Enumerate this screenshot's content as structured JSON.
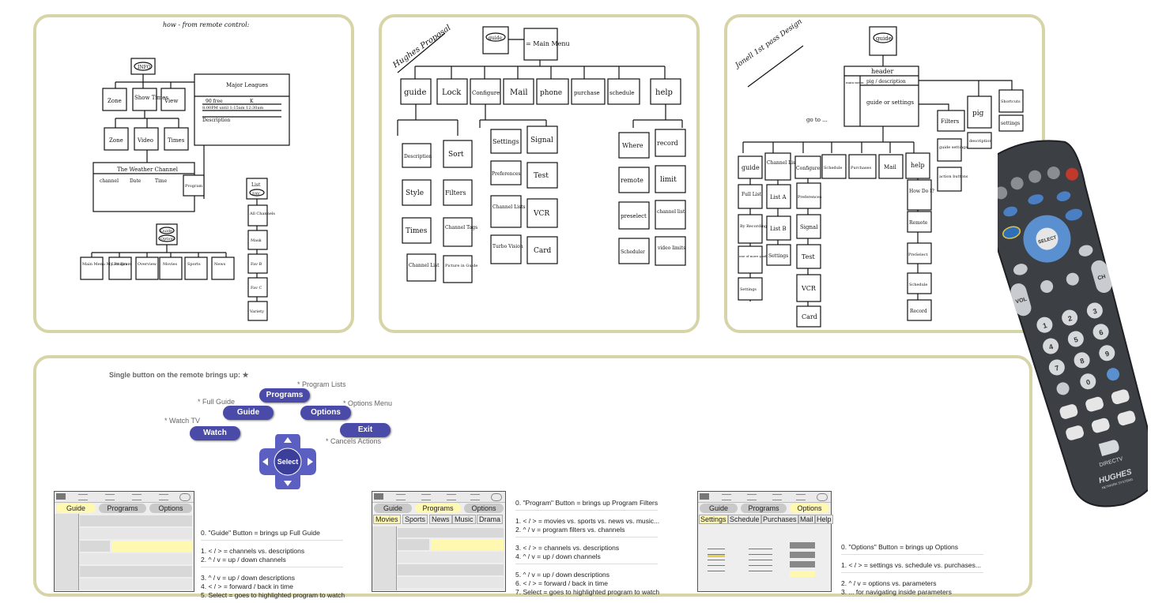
{
  "sketch1": {
    "heading": "how - from remote control:",
    "root": "INFO",
    "level1": [
      "Zone",
      "Show Times",
      "View"
    ],
    "level2": [
      "Zone",
      "Video",
      "Times"
    ],
    "weather": {
      "title": "The Weather Channel",
      "cols": [
        "channel",
        "Date",
        "Time"
      ]
    },
    "major": {
      "title": "Major Leagues",
      "row1": [
        "90 free",
        "K"
      ],
      "row2": "8:00PM until 1:15am  12:30am",
      "row3": "Description"
    },
    "program": "Program",
    "guide_root": "Guide",
    "guide_sub": "Option",
    "guide_children": [
      "Main Menu My Program",
      "List Fav",
      "Overview",
      "Movies",
      "Sports",
      "News"
    ],
    "list_root": "List",
    "list_sub": "FAV",
    "list_items": [
      "All Channels",
      "Mask",
      "Fav B",
      "Fav C",
      "Variety"
    ]
  },
  "sketch2": {
    "title": "Hughes Proposal",
    "root": "guide",
    "root_label": "= Main Menu",
    "top": [
      "guide",
      "Lock",
      "Configure",
      "Mail",
      "phone",
      "purchase",
      "schedule",
      "help"
    ],
    "col_guide_a": [
      "Description",
      "Style",
      "Times",
      "Channel List"
    ],
    "col_guide_b": [
      "Sort",
      "Filters",
      "Channel Tags",
      "Picture in Guide"
    ],
    "col_config_a": [
      "Settings",
      "Preferences",
      "Channel Lists",
      "Turbo Vision"
    ],
    "col_config_b": [
      "Signal",
      "Test",
      "VCR",
      "Card"
    ],
    "col_help_a": [
      "Where",
      "remote",
      "preselect",
      "Scheduler"
    ],
    "col_help_b": [
      "record",
      "limit",
      "channel list",
      "video limits"
    ]
  },
  "sketch3": {
    "title": "Jonell 1st pass Design",
    "root": "guide",
    "header": "header",
    "header_left": "main menu",
    "header_pig": "pig / description",
    "header_body": "guide or settings",
    "right": [
      "Filters",
      "pig",
      "Shortcuts"
    ],
    "right_sub": [
      "guide settings",
      "action buttons",
      "description",
      "settings"
    ],
    "goto": "go to ...",
    "top": [
      "guide",
      "Channel Lists",
      "Configure",
      "Schedule",
      "Purchases",
      "Mail",
      "help"
    ],
    "col_guide": [
      "Full List",
      "By Recording",
      "one of more guides",
      "Settings"
    ],
    "col_channel": [
      "List A",
      "List B",
      "Settings"
    ],
    "col_config": [
      "Preferences",
      "Signal",
      "Test",
      "VCR",
      "Card"
    ],
    "col_help": [
      "How Do I?",
      "Remote",
      "PreSelect",
      "Schedule",
      "Record"
    ]
  },
  "remote": {
    "brand": "DIRECTV",
    "maker": "HUGHES",
    "maker_sub": "NETWORK SYSTEMS",
    "select": "SELECT",
    "vol": "VOL",
    "ch": "CH",
    "keys": [
      "1",
      "2",
      "3",
      "4",
      "5",
      "6",
      "7",
      "8",
      "9",
      "0"
    ]
  },
  "concept": {
    "heading": "Single button on the remote brings up: ★",
    "buttons": {
      "programs": "Programs",
      "guide": "Guide",
      "options": "Options",
      "watch": "Watch",
      "exit": "Exit",
      "select": "Select"
    },
    "notes": {
      "program_lists": "* Program Lists",
      "full_guide": "* Full Guide",
      "options_menu": "* Options Menu",
      "watch_tv": "* Watch TV",
      "cancels": "* Cancels Actions"
    },
    "mock1": {
      "tabs": [
        "Guide",
        "Programs",
        "Options"
      ],
      "lines": [
        "0. \"Guide\" Button = brings up Full Guide",
        "1. < / > = channels vs. descriptions",
        "2. ^ / v = up / down channels",
        "3. ^ / v = up / down descriptions",
        "4. < / > = forward / back in time",
        "5. Select = goes to highlighted program to watch"
      ]
    },
    "mock2": {
      "tabs": [
        "Guide",
        "Programs",
        "Options"
      ],
      "subtabs": [
        "Movies",
        "Sports",
        "News",
        "Music",
        "Drama"
      ],
      "lines": [
        "0. \"Program\" Button = brings up Program Filters",
        "1. < / > = movies vs. sports vs. news vs. music...",
        "2. ^ / v = program filters vs. channels",
        "3. < / > = channels vs. descriptions",
        "4.  ^ / v = up / down channels",
        "5.  ^ / v = up / down descriptions",
        "6. < / > = forward / back in time",
        "7. Select = goes to highlighted program to watch"
      ]
    },
    "mock3": {
      "tabs": [
        "Guide",
        "Programs",
        "Options"
      ],
      "subtabs": [
        "Settings",
        "Schedule",
        "Purchases",
        "Mail",
        "Help"
      ],
      "lines": [
        "0. \"Options\" Button = brings up Options",
        "1. < / > = settings vs. schedule vs. purchases...",
        "2.  ^ / v = options vs. parameters",
        "3. ... for navigating inside parameters"
      ]
    }
  },
  "colors": {
    "frame": "#d7d4a8",
    "button": "#4a4ba8",
    "highlight": "#fff8b0",
    "remote_body": "#3c3f44"
  }
}
